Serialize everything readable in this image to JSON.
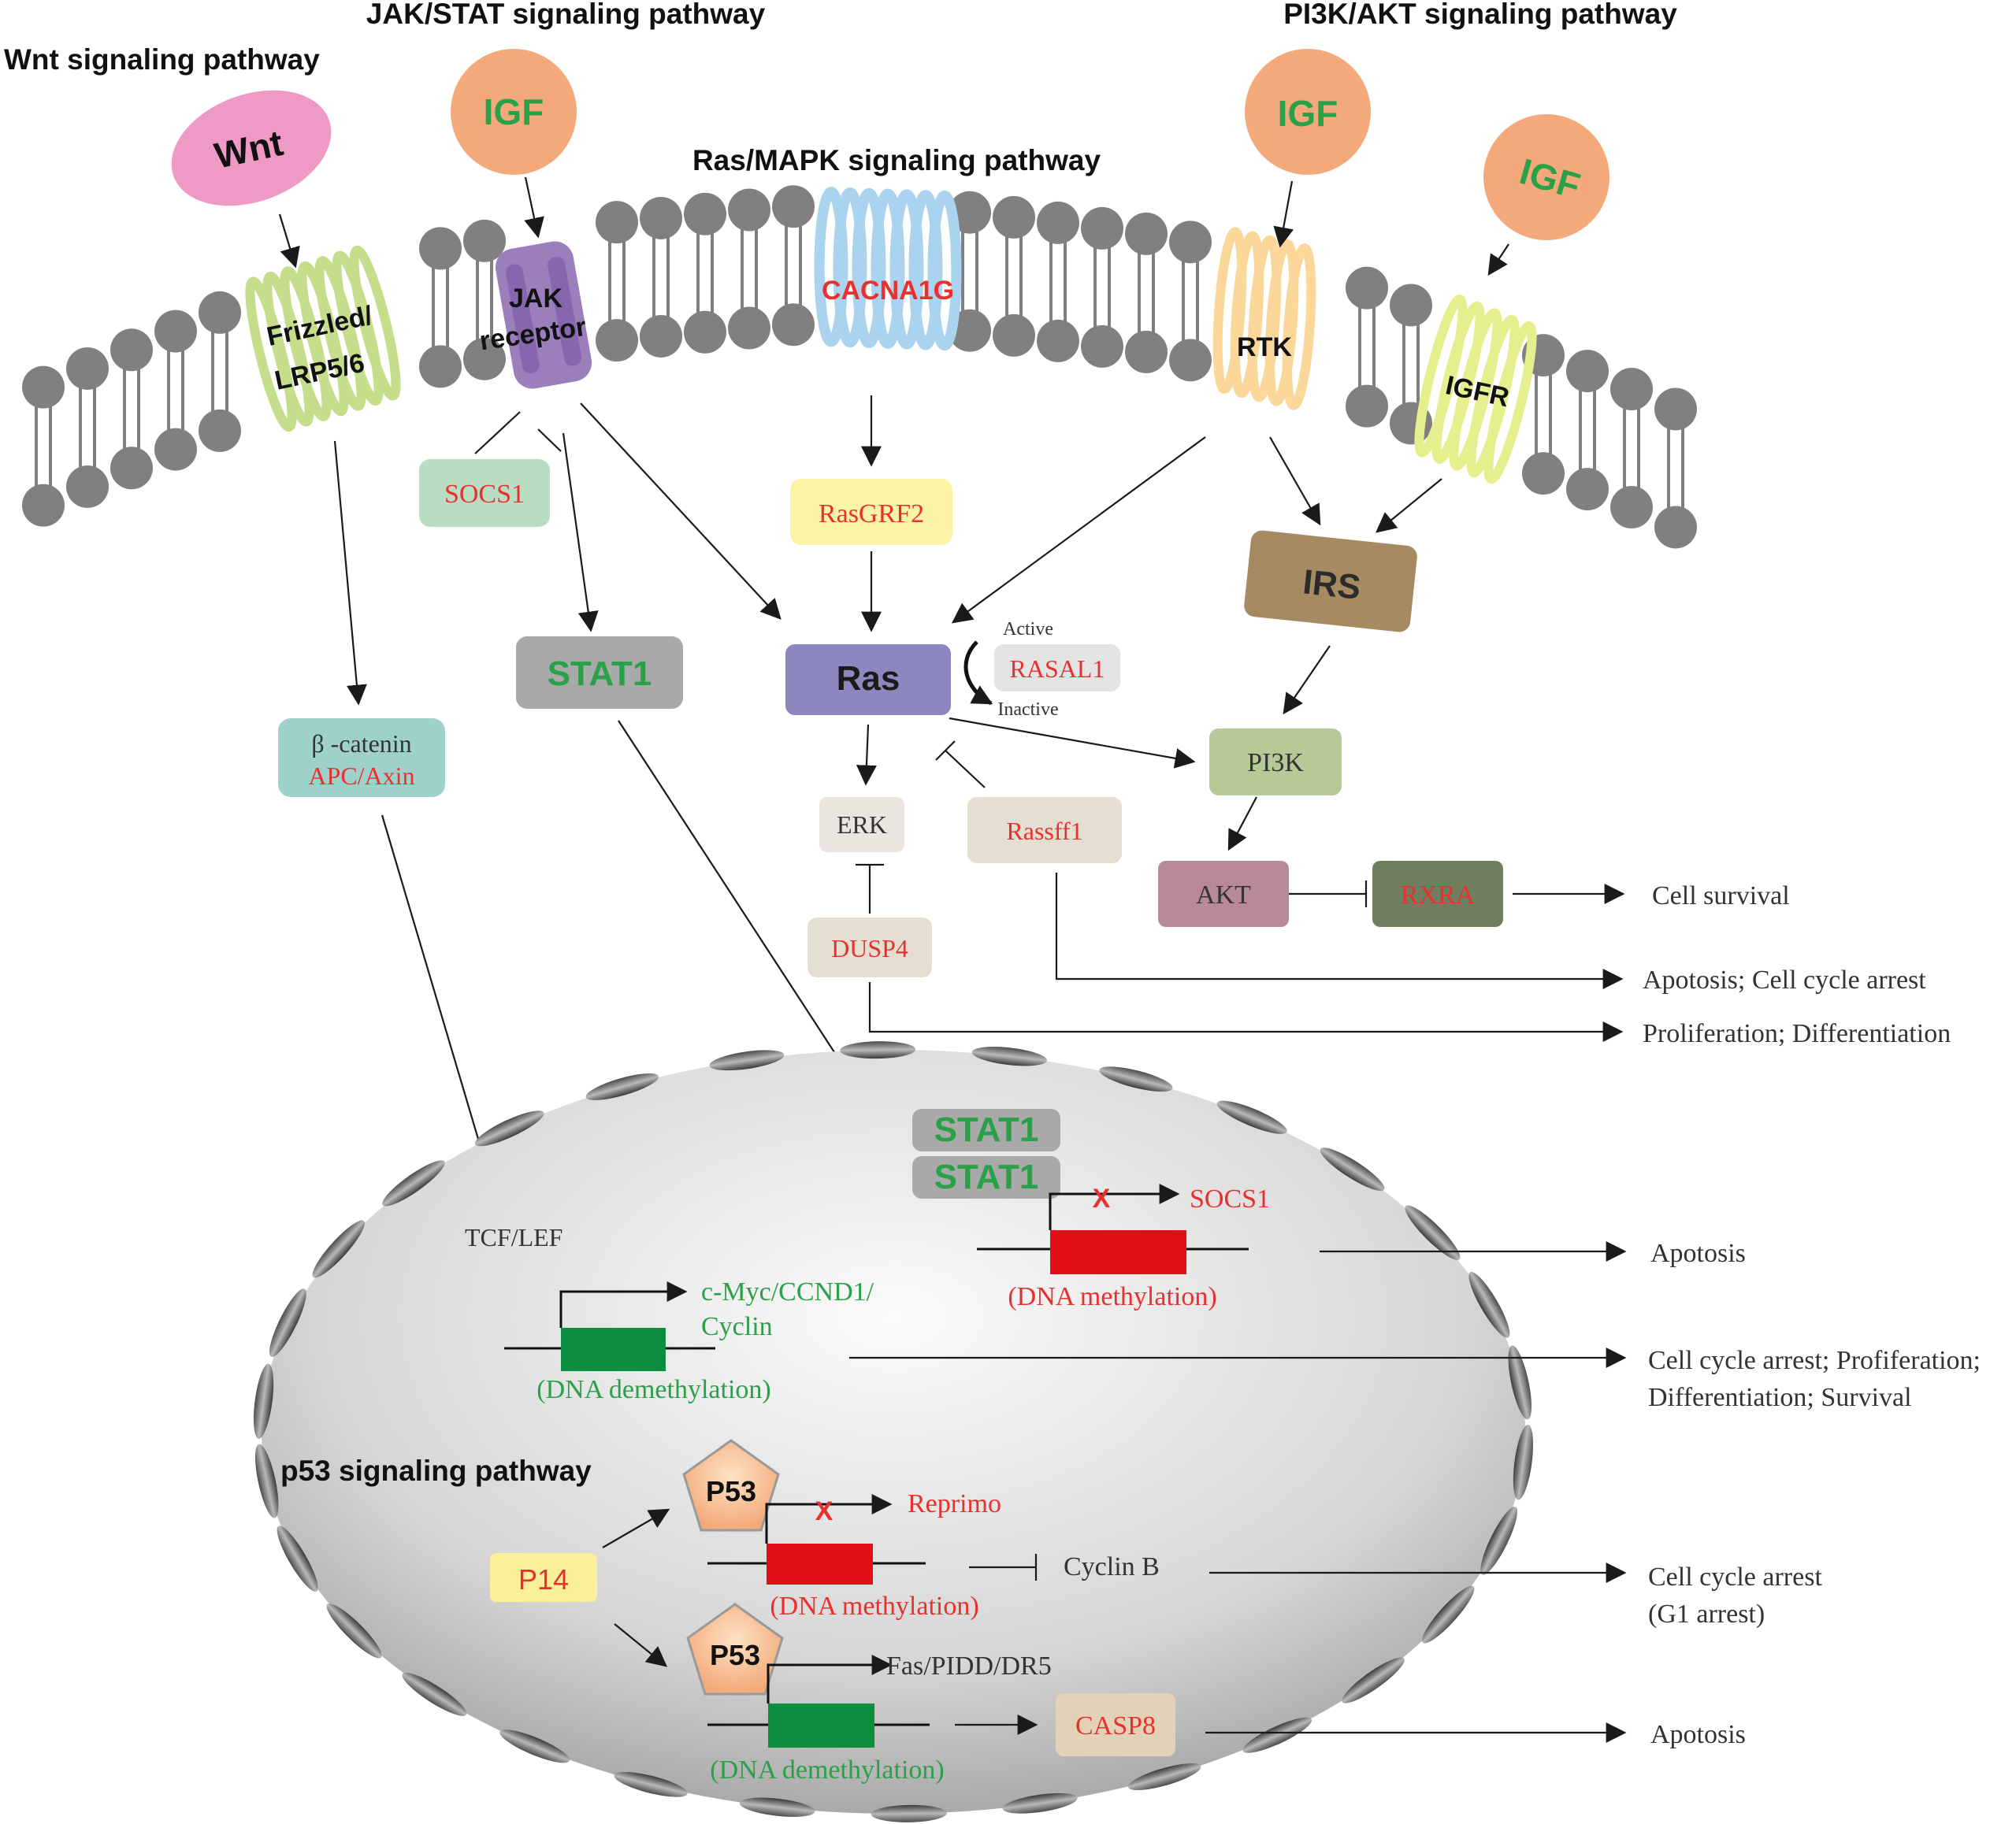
{
  "titles": {
    "wnt": "Wnt signaling pathway",
    "jak_stat": "JAK/STAT signaling pathway",
    "ras_mapk": "Ras/MAPK signaling pathway",
    "pi3k_akt": "PI3K/AKT signaling pathway",
    "p53": "p53 signaling pathway"
  },
  "ligands": {
    "wnt": "Wnt",
    "igf_jak": "IGF",
    "igf_rtk": "IGF",
    "igf_igfr": "IGF"
  },
  "receptors": {
    "frizzled_line1": "Frizzled/",
    "frizzled_line2": "LRP5/6",
    "jak_line1": "JAK",
    "jak_line2": "receptor",
    "cacna1g": "CACNA1G",
    "rtk": "RTK",
    "igfr": "IGFR"
  },
  "nodes": {
    "socs1": "SOCS1",
    "rasgrf2": "RasGRF2",
    "irs": "IRS",
    "stat1": "STAT1",
    "ras": "Ras",
    "rasal1": "RASAL1",
    "active": "Active",
    "inactive": "Inactive",
    "beta_catenin": "β -catenin",
    "apc_axin": "APC/Axin",
    "pi3k": "PI3K",
    "erk": "ERK",
    "rassff1": "Rassff1",
    "akt": "AKT",
    "rxra": "RXRA",
    "dusp4": "DUSP4"
  },
  "nucleus": {
    "stat1_a": "STAT1",
    "stat1_b": "STAT1",
    "socs1_gene": "SOCS1",
    "x_mark_1": "X",
    "dna_methylation_1": "(DNA methylation)",
    "tcf_lef": "TCF/LEF",
    "cmyc_line1": "c-Myc/CCND1/",
    "cmyc_line2": "Cyclin",
    "dna_demethylation_1": "(DNA demethylation)",
    "p53_a": "P53",
    "p53_b": "P53",
    "p14": "P14",
    "reprimo": "Reprimo",
    "x_mark_2": "X",
    "dna_methylation_2": "(DNA methylation)",
    "cyclin_b": "Cyclin B",
    "fas": "Fas/PIDD/DR5",
    "dna_demethylation_2": "(DNA demethylation)",
    "casp8": "CASP8"
  },
  "outcomes": {
    "cell_survival": "Cell survival",
    "apoptosis_arrest": "Apotosis; Cell cycle arrest",
    "prolif_diff": "Proliferation; Differentiation",
    "apoptosis_1": "Apotosis",
    "cycle_line1": "Cell cycle arrest; Profiferation;",
    "cycle_line2": "Differentiation; Survival",
    "g1_line1": "Cell cycle arrest",
    "g1_line2": "(G1 arrest)",
    "apoptosis_2": "Apotosis"
  },
  "colors": {
    "lipid": "#808080",
    "red_text": "#e8312f",
    "green_text": "#2aa148",
    "frizzled": "#c6dd8c",
    "jak": "#9b7fbd",
    "cacna1g": "#a9d3ef",
    "rtk": "#fbd89a",
    "igfr": "#e6ef8e",
    "igf": "#f4a97a",
    "wnt": "#ef9ac5"
  }
}
